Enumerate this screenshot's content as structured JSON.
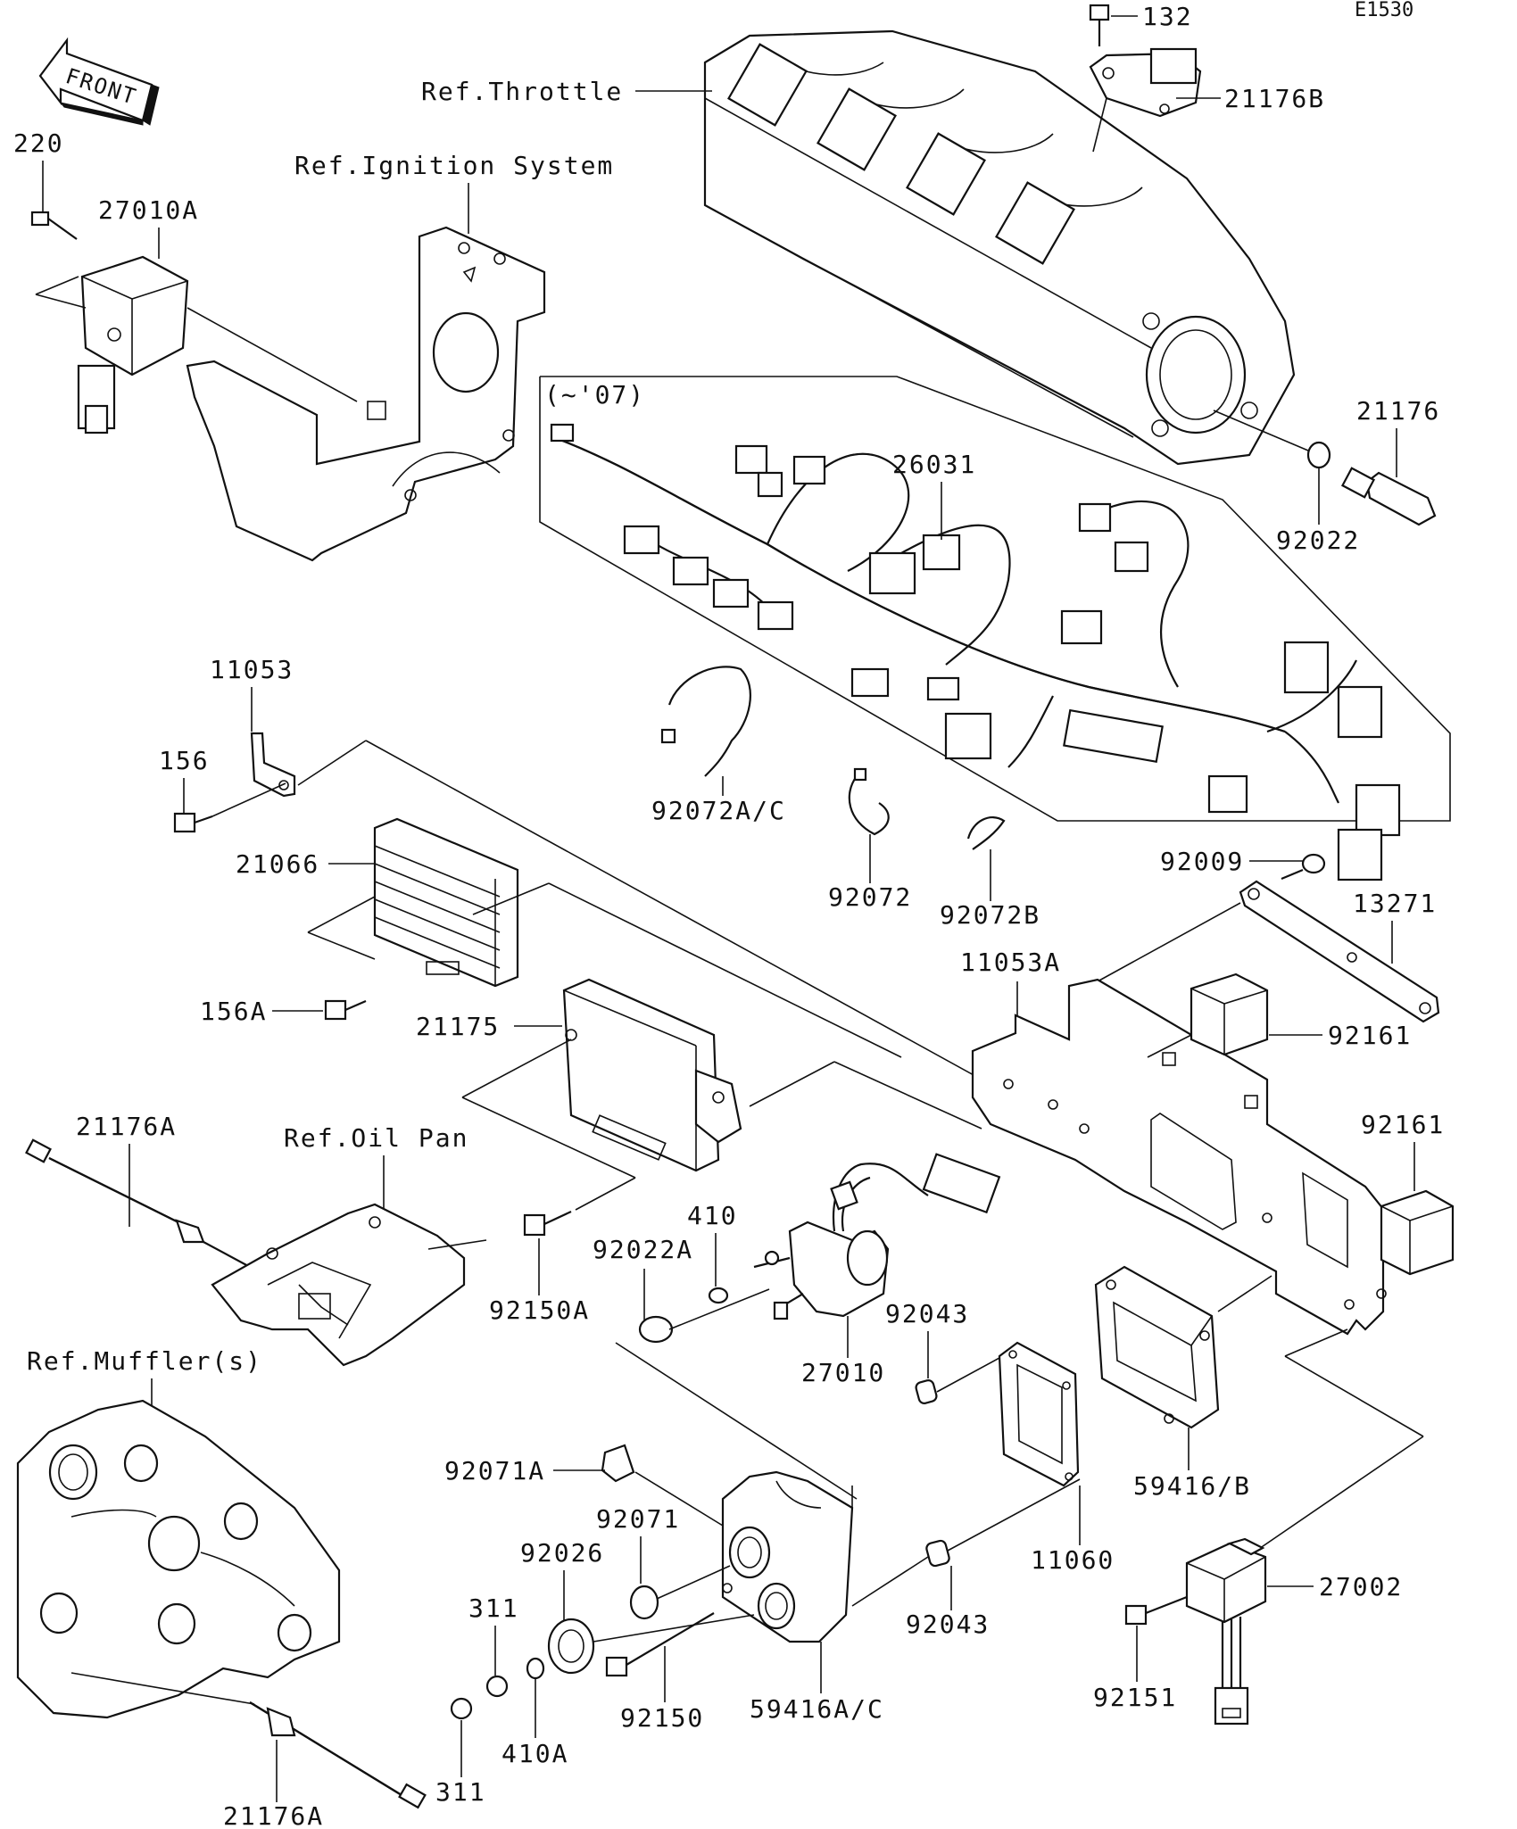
{
  "diagram": {
    "code": "E1530",
    "front_label": "FRONT",
    "refs": {
      "throttle": "Ref.Throttle",
      "ignition": "Ref.Ignition System",
      "oil_pan": "Ref.Oil Pan",
      "muffler": "Ref.Muffler(s)",
      "year": "(~'07)"
    },
    "parts": {
      "p132": "132",
      "p21176B": "21176B",
      "p220": "220",
      "p27010A": "27010A",
      "p21176": "21176",
      "p92022": "92022",
      "p26031": "26031",
      "p11053": "11053",
      "p156": "156",
      "p21066": "21066",
      "p92072AC": "92072A/C",
      "p92072": "92072",
      "p92072B": "92072B",
      "p92009": "92009",
      "p13271": "13271",
      "p156A": "156A",
      "p11053A": "11053A",
      "p21175": "21175",
      "p92161a": "92161",
      "p92161b": "92161",
      "p21176A": "21176A",
      "p410": "410",
      "p92022A": "92022A",
      "p92150A": "92150A",
      "p92043a": "92043",
      "p27010": "27010",
      "p59416B": "59416/B",
      "p92071A": "92071A",
      "p92071": "92071",
      "p92026": "92026",
      "p11060": "11060",
      "p311a": "311",
      "p27002": "27002",
      "p92043b": "92043",
      "p410A": "410A",
      "p92150": "92150",
      "p59416AC": "59416A/C",
      "p92151": "92151",
      "p311b": "311",
      "p21176A2": "21176A"
    }
  }
}
